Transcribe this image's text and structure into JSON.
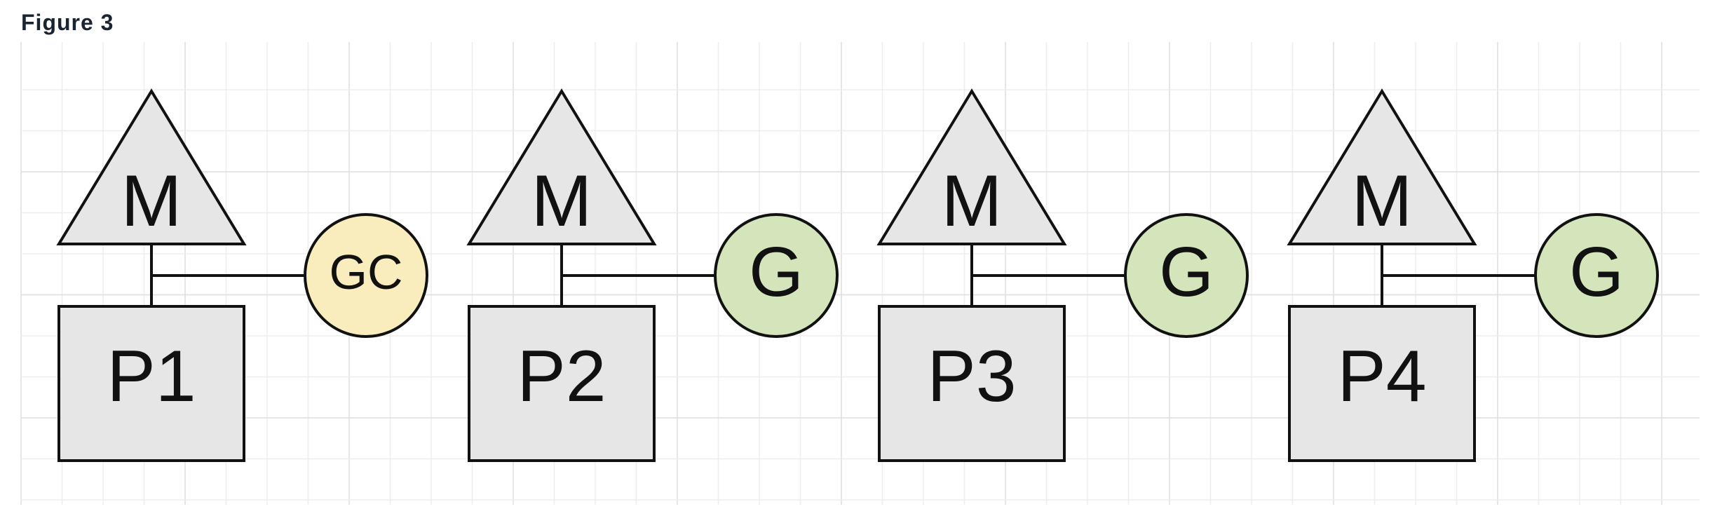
{
  "figure": {
    "title": "Figure 3"
  },
  "colors": {
    "node_fill": "#e6e6e6",
    "stroke": "#111111",
    "gc_fill": "#f9edbd",
    "g_fill": "#d4e5bb",
    "grid_minor": "#ededed",
    "grid_major": "#dedede"
  },
  "units": [
    {
      "machine": "M",
      "processor": "P1",
      "goroutine": "GC",
      "kind": "gc"
    },
    {
      "machine": "M",
      "processor": "P2",
      "goroutine": "G",
      "kind": "g"
    },
    {
      "machine": "M",
      "processor": "P3",
      "goroutine": "G",
      "kind": "g"
    },
    {
      "machine": "M",
      "processor": "P4",
      "goroutine": "G",
      "kind": "g"
    }
  ]
}
